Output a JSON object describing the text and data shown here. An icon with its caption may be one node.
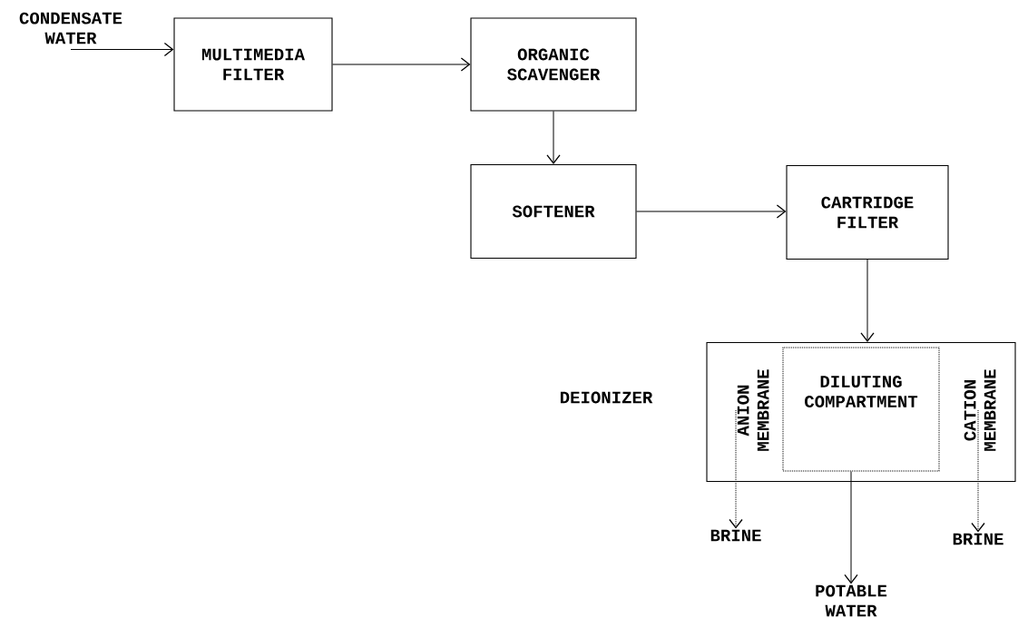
{
  "diagram": {
    "nodes": [
      {
        "text": [
          "CONDENSATE WATER"
        ]
      },
      {
        "text": [
          "MULTIMEDIA FILTER"
        ]
      },
      {
        "text": [
          "ORGANIC SCAVENGER"
        ]
      },
      {
        "text": [
          "SOFTENER"
        ]
      },
      {
        "text": [
          "CARTRIDGE FILTER"
        ]
      },
      {
        "text": [
          "DEIONIZER"
        ]
      },
      {
        "text": [
          "ANION MEMBRANE"
        ],
        "in": 5
      },
      {
        "text": [
          "DILUTING COMPARTMENT"
        ],
        "in": 5
      },
      {
        "text": [
          "CATION MEMBRANE"
        ],
        "in": 5
      },
      {
        "text": [
          "BRINE"
        ]
      },
      {
        "text": [
          "POTABLE WATER"
        ]
      },
      {
        "text": [
          "BRINE"
        ]
      }
    ],
    "edges": [
      {
        "from": 0,
        "to": 1,
        "arrow": "to"
      },
      {
        "from": 1,
        "to": 2,
        "arrow": "to"
      },
      {
        "from": 2,
        "to": 3,
        "arrow": "to"
      },
      {
        "from": 3,
        "to": 4,
        "arrow": "to"
      },
      {
        "from": 4,
        "to": 5,
        "arrow": "to"
      },
      {
        "from": 6,
        "to": 9,
        "arrow": "to",
        "style": "dashed"
      },
      {
        "from": 7,
        "to": 10,
        "arrow": "to"
      },
      {
        "from": 8,
        "to": 11,
        "arrow": "to",
        "style": "dashed"
      }
    ]
  }
}
